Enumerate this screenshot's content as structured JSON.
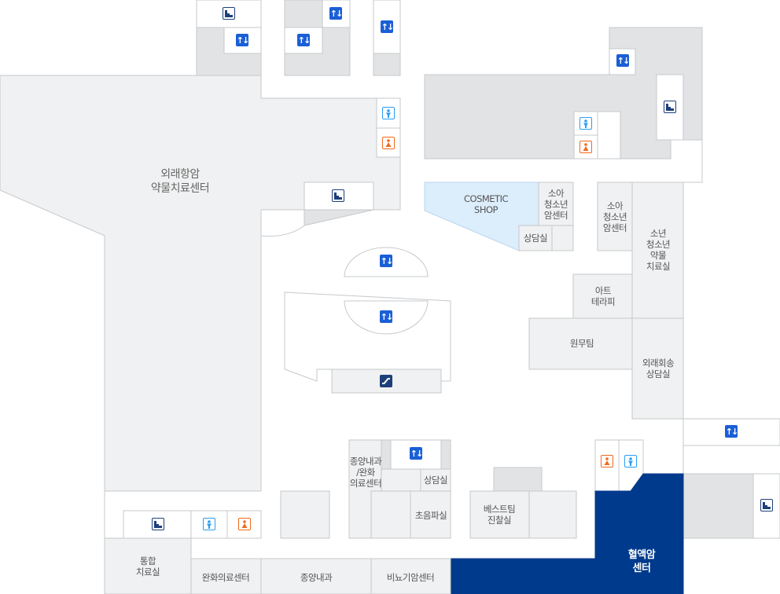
{
  "rooms": {
    "oncology_chemo": "외래항암\n약물치료센터",
    "cosmetic": "COSMETIC\nSHOP",
    "ped_cancer_1": "소아\n청소년\n암센터",
    "counsel_1": "상담실",
    "ped_cancer_2": "소아\n청소년\n암센터",
    "youth_chemo": "소년\n청소년\n약물\n치료실",
    "art_therapy": "아트\n테라피",
    "admin": "원무팀",
    "outpatient_counsel": "외래회송\n상담실",
    "onc_palliative": "종양내과\n/완화\n의료센터",
    "counsel_2": "상담실",
    "ultrasound": "초음파실",
    "best_team": "베스트팀\n진찰실",
    "hemato_cancer": "혈액암\n센터",
    "integrated": "통합\n치료실",
    "palliative": "완화의료센터",
    "oncology": "종양내과",
    "urology": "비뇨기암센터"
  },
  "colors": {
    "hemato": "#003a8c",
    "cosmetic": "#dcedfb",
    "elevator": "#1a5fd6",
    "stairs": "#1d3f7a",
    "male": "#2a9df4",
    "female": "#f26a1b"
  },
  "icons": {
    "elevator": "↑↓"
  }
}
